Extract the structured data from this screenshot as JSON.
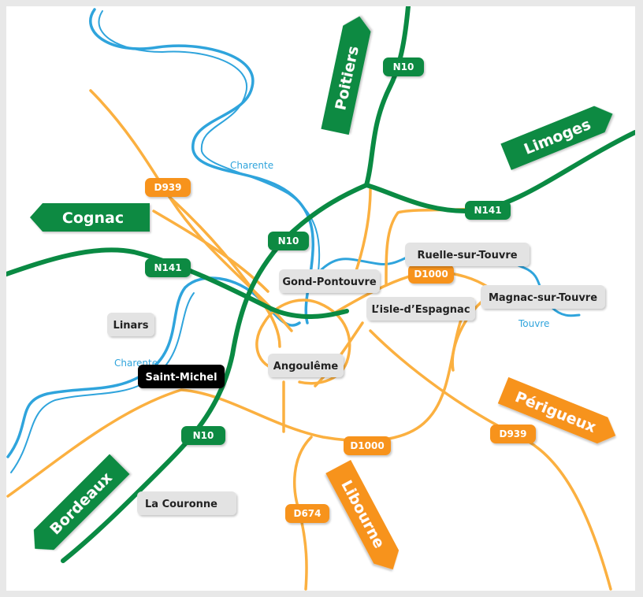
{
  "colors": {
    "national": "#0a8a43",
    "departmental": "#f7931e",
    "secondary": "#fbb040",
    "river": "#2fa4dc",
    "town_bg": "#e3e3e3",
    "town_highlight_bg": "#000000"
  },
  "destinations": {
    "poitiers": "Poitiers",
    "limoges": "Limoges",
    "cognac": "Cognac",
    "perigueux": "Périgueux",
    "bordeaux": "Bordeaux",
    "libourne": "Libourne"
  },
  "road_labels": {
    "n10_north": "N10",
    "n10_center": "N10",
    "n10_south": "N10",
    "n141_east": "N141",
    "n141_west": "N141",
    "d939_north": "D939",
    "d939_east": "D939",
    "d1000_north": "D1000",
    "d1000_south": "D1000",
    "d674": "D674"
  },
  "towns": {
    "gond_pontouvre": "Gond-Pontouvre",
    "ruelle": "Ruelle-sur-Touvre",
    "isle_espagnac": "L’isle-d’Espagnac",
    "magnac": "Magnac-sur-Touvre",
    "linars": "Linars",
    "angouleme": "Angoulême",
    "saint_michel": "Saint-Michel",
    "la_couronne": "La Couronne"
  },
  "rivers": {
    "charente_north": "Charente",
    "charente_west": "Charente",
    "touvre": "Touvre"
  }
}
